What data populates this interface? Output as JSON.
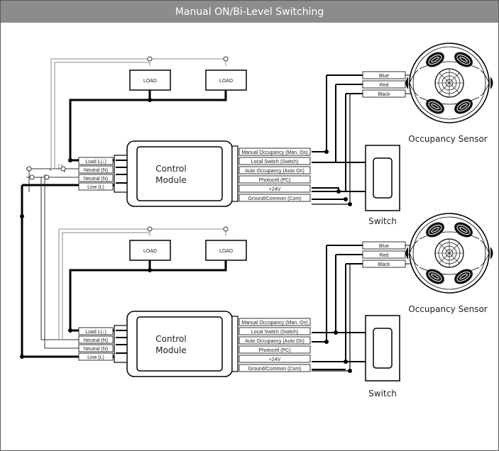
{
  "title": "Manual ON/Bi-Level Switching",
  "colors": {
    "title_bar": "#8c8c8c",
    "wire_thick": "#000000",
    "wire_thin": "#333333",
    "wire_double": "#888888"
  },
  "circuits": [
    {
      "loads": [
        "LOAD",
        "LOAD"
      ],
      "module_line1": "Control",
      "module_line2": "Module",
      "left_terminals": [
        "Load L(↓)",
        "Neutral (N)",
        "Neutral (N)",
        "Line (L)"
      ],
      "right_terminals": [
        "Manual Occupancy (Man. On)",
        "Local Switch (Switch)",
        "Auto Occupancy (Auto On)",
        "Photocell (PC)",
        "+24V",
        "Ground/Common (Com)"
      ],
      "sensor_wires": [
        "Blue",
        "Red",
        "Black"
      ],
      "sensor_label": "Occupancy Sensor",
      "switch_label": "Switch"
    },
    {
      "loads": [
        "LOAD",
        "LOAD"
      ],
      "module_line1": "Control",
      "module_line2": "Module",
      "left_terminals": [
        "Load L(↓)",
        "Neutral (N)",
        "Neutral (N)",
        "Line (L)"
      ],
      "right_terminals": [
        "Manual Occupancy (Man. On)",
        "Local Switch (Switch)",
        "Auto Occupancy (Auto On)",
        "Photocell (PC)",
        "+24V",
        "Ground/Common (Com)"
      ],
      "sensor_wires": [
        "Blue",
        "Red",
        "Black"
      ],
      "sensor_label": "Occupancy Sensor",
      "switch_label": "Switch"
    }
  ]
}
